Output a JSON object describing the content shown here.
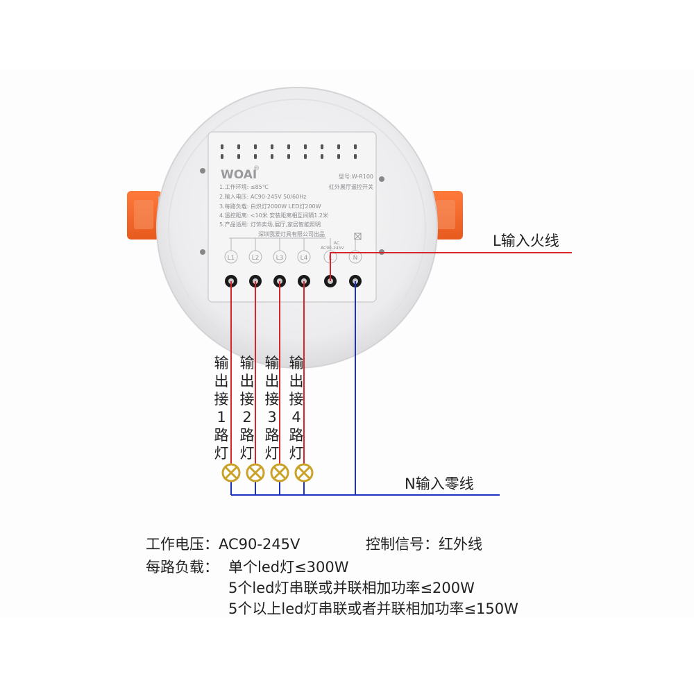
{
  "product": {
    "brand": "WOAI",
    "registered": "®",
    "model": "型号:W-R100",
    "subtitle": "红外展厅遥控开关",
    "specs": [
      "1.工作环境: ≤85℃",
      "2.输入电压: AC90-245V 50/60Hz",
      "3.每路负载: 白炽灯2000W LED灯200W",
      "4.遥控距离: <10米 安装距离相互间隔1.2米",
      "5.产品适用: 灯饰卖场,展厅,家居智能照明"
    ],
    "maker": "深圳我爱灯具有限公司出品",
    "ac_marking": "AC",
    "voltage_marking": "AC90-245V",
    "terminals": [
      "L1",
      "L2",
      "L3",
      "L4",
      "L",
      "N"
    ]
  },
  "wires": {
    "live_label": "L输入火线",
    "neutral_label": "N输入零线",
    "live_color": "#d6262c",
    "neutral_color": "#1f2fbf",
    "outputs": [
      "输出接1路灯",
      "输出接2路灯",
      "输出接3路灯",
      "输出接4路灯"
    ],
    "lamp_color": "#c9a227"
  },
  "specs": {
    "voltage": "工作电压：AC90-245V",
    "control": "控制信号：红外线",
    "load_label": "每路负载：",
    "load_lines": [
      "单个led灯≤300W",
      "5个led灯串联或并联相加功率≤200W",
      "5个以上led灯串联或者并联相加功率≤150W"
    ]
  }
}
